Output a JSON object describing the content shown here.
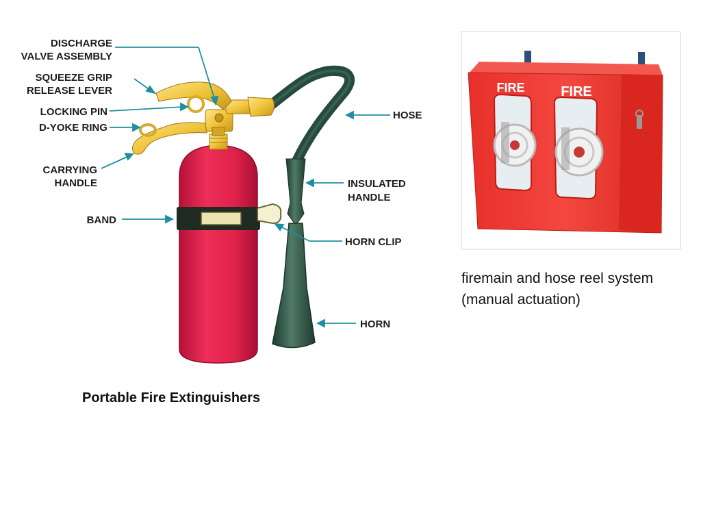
{
  "labels": {
    "discharge_1": "DISCHARGE",
    "discharge_2": "VALVE ASSEMBLY",
    "squeeze_1": "SQUEEZE GRIP",
    "squeeze_2": "RELEASE LEVER",
    "locking_pin": "LOCKING PIN",
    "d_yoke": "D-YOKE RING",
    "carrying_1": "CARRYING",
    "carrying_2": "HANDLE",
    "band": "BAND",
    "hose": "HOSE",
    "insulated_1": "INSULATED",
    "insulated_2": "HANDLE",
    "horn_clip": "HORN CLIP",
    "horn": "HORN"
  },
  "cabinet": {
    "fire_left": "FIRE",
    "fire_right": "FIRE"
  },
  "captions": {
    "left": "Portable Fire Extinguishers",
    "right_line1": "firemain and hose reel system",
    "right_line2": "(manual actuation)"
  },
  "colors": {
    "cylinder_red": "#e0234b",
    "brass": "#f0c43a",
    "hose_green": "#274a3e",
    "leader_teal": "#1e8fa0",
    "cabinet_red": "#ec3b33"
  }
}
